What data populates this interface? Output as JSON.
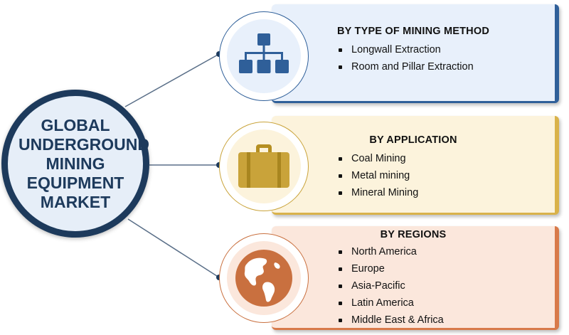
{
  "hub": {
    "lines": [
      "GLOBAL",
      "UNDERGROUND",
      "MINING",
      "EQUIPMENT",
      "MARKET"
    ]
  },
  "segments": [
    {
      "title": "BY TYPE OF MINING METHOD",
      "icon": "hierarchy-icon",
      "color": "#2f5f99",
      "items": [
        "Longwall Extraction",
        "Room and Pillar Extraction"
      ]
    },
    {
      "title": "BY APPLICATION",
      "icon": "briefcase-icon",
      "color": "#c9a33a",
      "items": [
        "Coal Mining",
        "Metal mining",
        "Mineral Mining"
      ]
    },
    {
      "title": "BY REGIONS",
      "icon": "globe-icon",
      "color": "#c9703f",
      "items": [
        "North America",
        "Europe",
        "Asia-Pacific",
        "Latin America",
        "Middle East & Africa"
      ]
    }
  ],
  "colors": {
    "hub_border": "#1d3a5c",
    "hub_fill": "#e6eef8",
    "connector": "#1d3a5c"
  }
}
